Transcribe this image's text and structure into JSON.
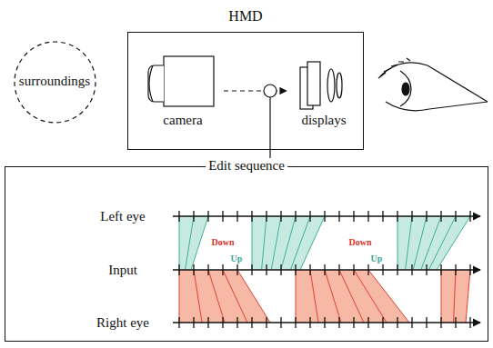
{
  "diagram": {
    "nodes": [
      {
        "text": [
          "surroundings"
        ]
      },
      {
        "text": [
          "HMD"
        ]
      },
      {
        "text": [
          "camera"
        ],
        "in": 1
      },
      {
        "text": [
          "displays"
        ],
        "in": 1
      },
      {
        "text": [
          "Edit sequence"
        ]
      }
    ],
    "edges": [
      {
        "from": 2,
        "to": 3,
        "arrow": "to"
      }
    ],
    "labels": [
      "Left eye",
      "Input",
      "Right eye",
      "Down",
      "Up",
      "Down",
      "Up"
    ]
  }
}
